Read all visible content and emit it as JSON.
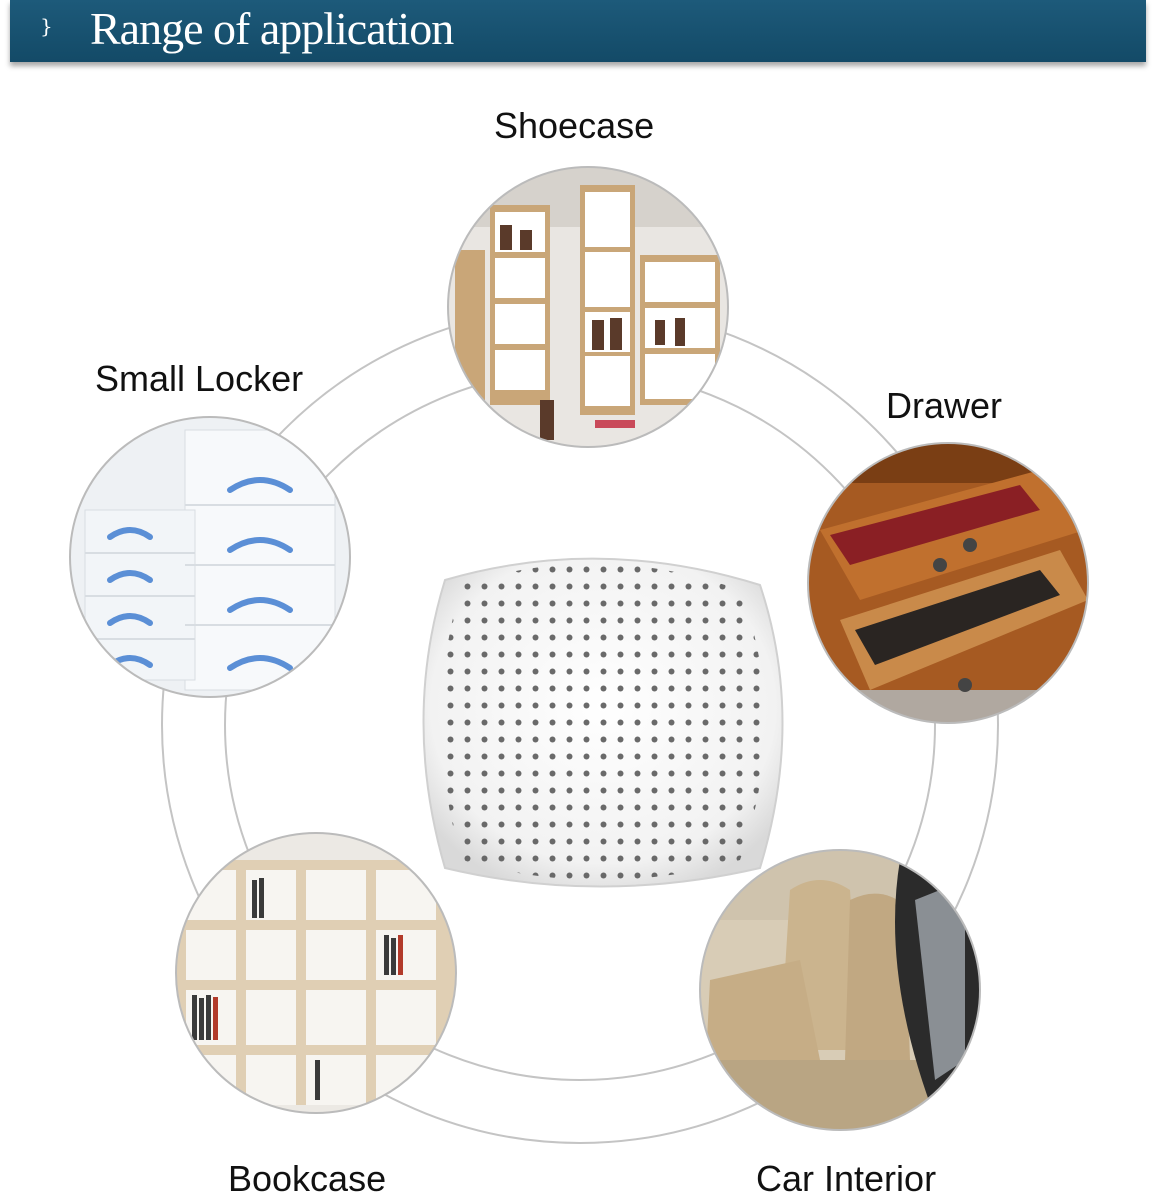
{
  "header": {
    "mark": "}",
    "title": "Range of application"
  },
  "applications": [
    {
      "label": "Shoecase",
      "icon": "shoecase-photo"
    },
    {
      "label": "Small Locker",
      "icon": "small-locker-photo"
    },
    {
      "label": "Drawer",
      "icon": "drawer-photo"
    },
    {
      "label": "Bookcase",
      "icon": "bookcase-photo"
    },
    {
      "label": "Car Interior",
      "icon": "car-interior-photo"
    }
  ],
  "product": {
    "icon": "dehumidifier-product"
  },
  "colors": {
    "banner": "#1d5a7a",
    "ring": "#bdbdbd"
  }
}
